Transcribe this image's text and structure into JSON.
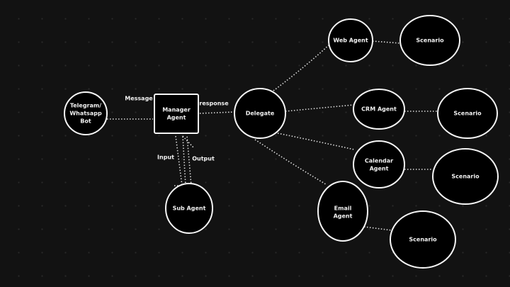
{
  "nodes": {
    "telegram": [
      "Telegram/",
      "Whatsapp",
      "Bot"
    ],
    "manager": [
      "Manager",
      "Agent"
    ],
    "delegate": "Delegate",
    "sub_agent": "Sub Agent",
    "web_agent": "Web Agent",
    "crm_agent": "CRM Agent",
    "calendar_agent": [
      "Calendar",
      "Agent"
    ],
    "email_agent": [
      "Email",
      "Agent"
    ],
    "scenario": "Scenario"
  },
  "edge_labels": {
    "message": "Message",
    "response": "response",
    "input": "Input",
    "output": "Output"
  }
}
